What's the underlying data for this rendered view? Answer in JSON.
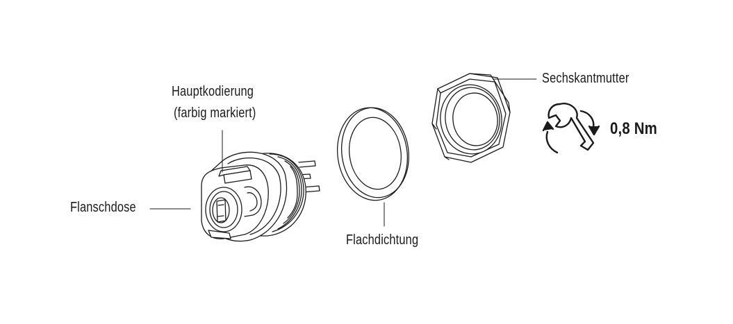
{
  "labels": {
    "main_coding_line1": "Hauptkodierung",
    "main_coding_line2": "(farbig markiert)",
    "flange_socket": "Flanschdose",
    "flat_seal": "Flachdichtung",
    "hex_nut": "Sechskantmutter",
    "torque": "0,8 Nm"
  },
  "icons": {
    "torque_symbol": "wrench-with-rotation-arrows-icon"
  },
  "colors": {
    "line": "#1a1a1a",
    "fill": "#ffffff"
  }
}
